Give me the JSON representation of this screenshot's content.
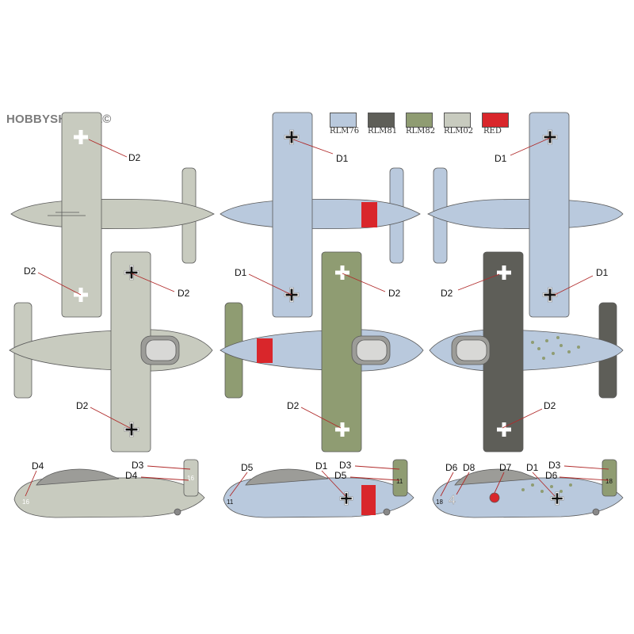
{
  "watermark": "HOBBYSHOP.CZ©",
  "colors": {
    "RLM76": "#b9c9dd",
    "RLM81": "#5e5e58",
    "RLM82": "#8f9c72",
    "RLM02": "#c8cbbf",
    "RED": "#d9262b",
    "outline": "#5a5a5a",
    "leader": "#b02a2a"
  },
  "legend": [
    {
      "label": "RLM76",
      "color": "#b9c9dd"
    },
    {
      "label": "RLM81",
      "color": "#5e5e58"
    },
    {
      "label": "RLM82",
      "color": "#8f9c72"
    },
    {
      "label": "RLM02",
      "color": "#c8cbbf"
    },
    {
      "label": "RED",
      "color": "#d9262b"
    }
  ],
  "callouts": {
    "c1_top": "D2",
    "c1_mid_left": "D2",
    "c1_mid_right": "D2",
    "c1_bottom": "D2",
    "c1_side_d4a": "D4",
    "c1_side_d3": "D3",
    "c1_side_d4b": "D4",
    "c2_top": "D1",
    "c2_mid_left": "D1",
    "c2_mid_right": "D2",
    "c2_bottom": "D2",
    "c2_side_d5a": "D5",
    "c2_side_d1": "D1",
    "c2_side_d3": "D3",
    "c2_side_d5b": "D5",
    "c3_top": "D1",
    "c3_mid_left": "D2",
    "c3_mid_right": "D1",
    "c3_bottom": "D2",
    "c3_side_d6a": "D6",
    "c3_side_d8": "D8",
    "c3_side_d7": "D7",
    "c3_side_d1": "D1",
    "c3_side_d3": "D3",
    "c3_side_d6b": "D6"
  },
  "markings": {
    "c1_nose": "16",
    "c1_fin": "16",
    "c2_nose": "11",
    "c2_fin": "11",
    "c3_nose": "18",
    "c3_fin": "18",
    "c3_code": "4"
  }
}
